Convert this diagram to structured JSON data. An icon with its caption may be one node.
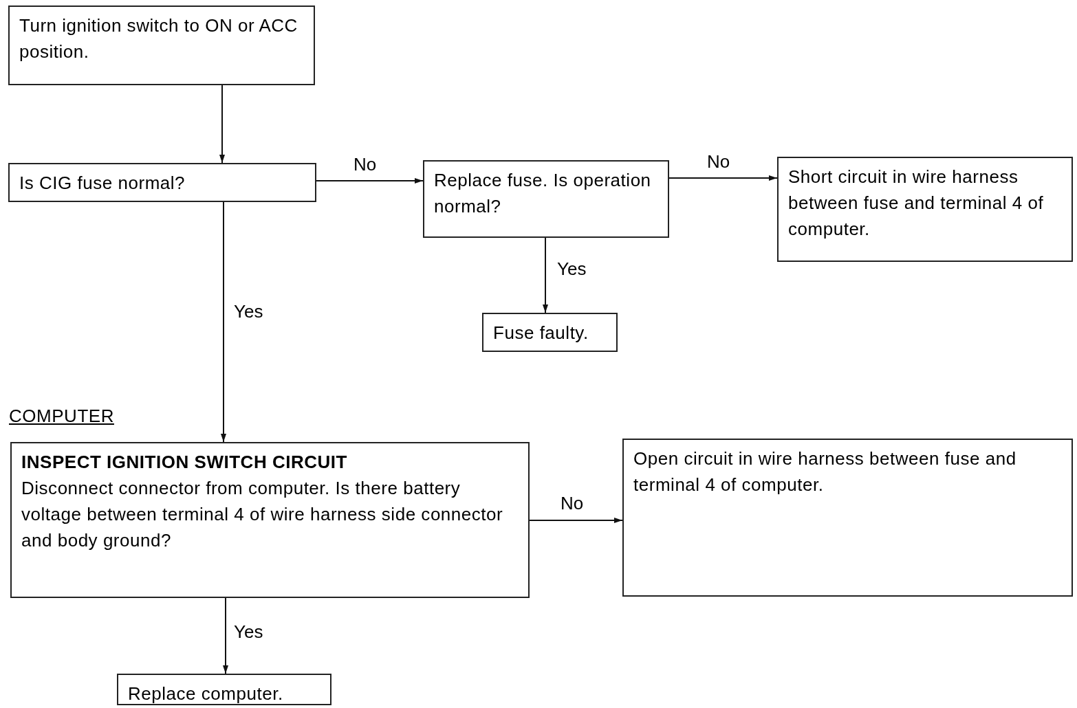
{
  "diagram": {
    "nodes": [
      {
        "text": [
          "Turn ignition switch to ON or ACC position."
        ]
      },
      {
        "text": [
          "Is CIG fuse normal?"
        ]
      },
      {
        "text": [
          "Replace fuse. Is operation normal?"
        ]
      },
      {
        "text": [
          "Short circuit in wire harness between fuse and terminal 4 of computer."
        ]
      },
      {
        "text": [
          "Fuse faulty."
        ]
      },
      {
        "text": [
          "INSPECT IGNITION SWITCH CIRCUIT",
          "Disconnect connector from computer. Is there battery voltage between terminal 4 of wire harness side connector and body ground?"
        ]
      },
      {
        "text": [
          "Open circuit in wire harness between fuse and terminal 4 of computer."
        ]
      },
      {
        "text": [
          "Replace computer."
        ]
      }
    ],
    "edges": [
      {
        "from": 0,
        "to": 1,
        "arrow": "to"
      },
      {
        "from": 1,
        "to": 2,
        "arrow": "to",
        "label": "No"
      },
      {
        "from": 2,
        "to": 3,
        "arrow": "to",
        "label": "No"
      },
      {
        "from": 2,
        "to": 4,
        "arrow": "to",
        "label": "Yes"
      },
      {
        "from": 1,
        "to": 5,
        "arrow": "to",
        "label": "Yes"
      },
      {
        "from": 5,
        "to": 6,
        "arrow": "to",
        "label": "No"
      },
      {
        "from": 5,
        "to": 7,
        "arrow": "to",
        "label": "Yes"
      }
    ],
    "labels": [
      "COMPUTER"
    ]
  }
}
